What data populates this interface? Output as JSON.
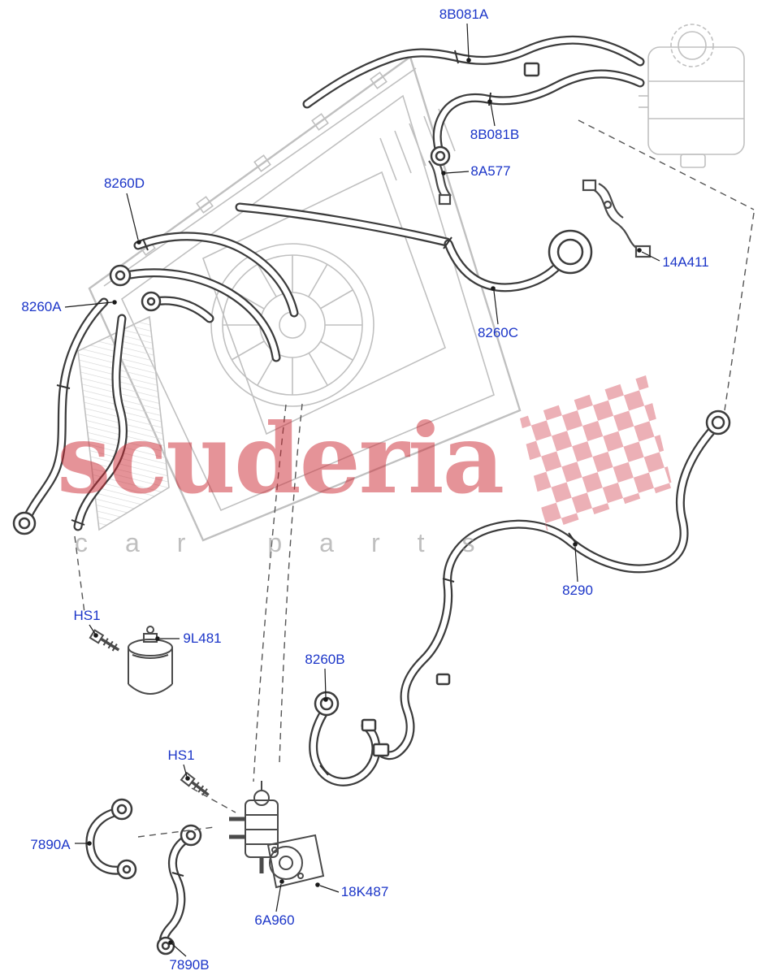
{
  "watermark": {
    "title": "scuderia",
    "subtitle": "car parts",
    "brand_color": "#cd2a34",
    "subtitle_color": "#969696"
  },
  "diagram": {
    "label_color": "#1b35c8",
    "hose_color": "#3c3c3c",
    "assembly_color": "#c0c0c0",
    "labels": [
      {
        "text": "8B081A"
      },
      {
        "text": "8B081B"
      },
      {
        "text": "8A577"
      },
      {
        "text": "8260D"
      },
      {
        "text": "14A411"
      },
      {
        "text": "8260A"
      },
      {
        "text": "8260C"
      },
      {
        "text": "8290"
      },
      {
        "text": "HS1"
      },
      {
        "text": "9L481"
      },
      {
        "text": "8260B"
      },
      {
        "text": "HS1"
      },
      {
        "text": "7890A"
      },
      {
        "text": "18K487"
      },
      {
        "text": "6A960"
      },
      {
        "text": "7890B"
      }
    ]
  }
}
